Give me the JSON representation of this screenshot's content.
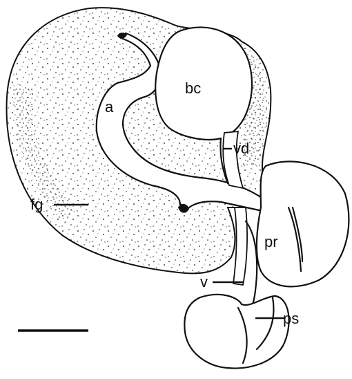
{
  "figure": {
    "labels": {
      "bc": "bc",
      "a": "a",
      "vd": "vd",
      "fg": "fg",
      "pr": "pr",
      "v": "v",
      "ps": "ps"
    },
    "colors": {
      "ink": "#111111",
      "background": "#ffffff"
    }
  }
}
